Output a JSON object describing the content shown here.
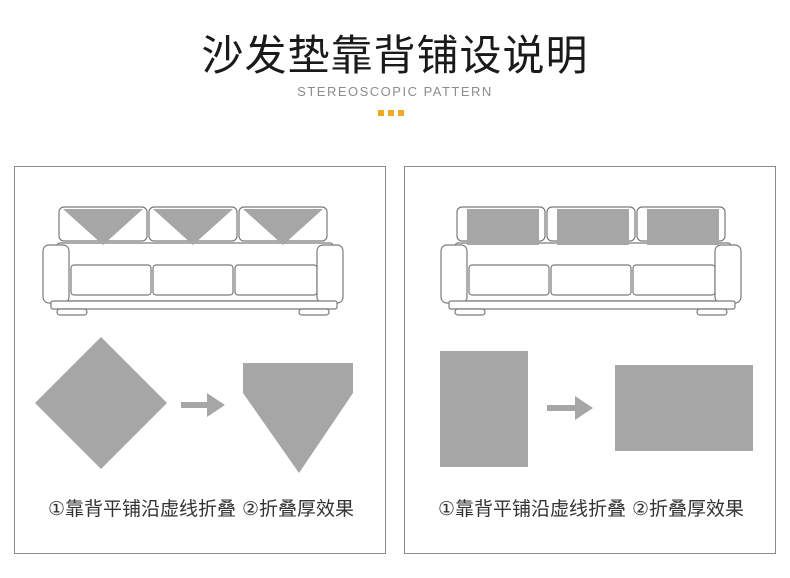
{
  "header": {
    "title": "沙发垫靠背铺设说明",
    "subtitle": "STEREOSCOPIC PATTERN"
  },
  "colors": {
    "accent": "#f5a623",
    "cushion_gray": "#a6a6a6",
    "outline": "#8a8a8a",
    "text": "#333333"
  },
  "panels": [
    {
      "caption": "①靠背平铺沿虚线折叠 ②折叠厚效果"
    },
    {
      "caption": "①靠背平铺沿虚线折叠 ②折叠厚效果"
    }
  ]
}
